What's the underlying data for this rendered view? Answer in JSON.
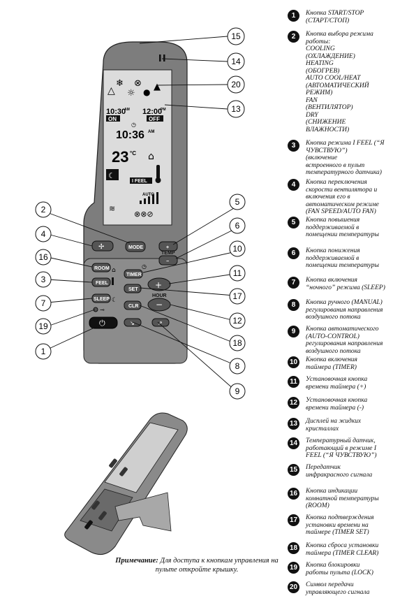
{
  "remote": {
    "lcd": {
      "timer_on_time": "10:30",
      "timer_on_ampm": "AM",
      "timer_off_time": "12:00",
      "timer_off_ampm": "PM",
      "on_label": "ON",
      "off_label": "OFF",
      "clock_time": "10:36",
      "clock_ampm": "AM",
      "temperature": "23",
      "temp_unit": "°C",
      "ifeel_label": "I FEEL",
      "fan_auto_label": "AUTO"
    },
    "buttons": {
      "mode": "MODE",
      "plus": "+",
      "minus": "−",
      "temp": "TEMP",
      "room": "ROOM",
      "ifeel": "FEEL",
      "sleep": "SLEEP",
      "timer": "TIMER",
      "set": "SET",
      "clr": "CLR",
      "hour": "HOUR"
    },
    "callouts": [
      "15",
      "14",
      "20",
      "13",
      "2",
      "5",
      "4",
      "6",
      "16",
      "10",
      "3",
      "11",
      "17",
      "7",
      "12",
      "19",
      "18",
      "1",
      "8",
      "9"
    ]
  },
  "note": {
    "bold": "Примечание:",
    "text": " Для доступа к кнопкам управления на пульте откройте крышку."
  },
  "legend": [
    {
      "num": "1",
      "lines": [
        "Кнопка START/STOP",
        "(СТАРТ/СТОП)"
      ]
    },
    {
      "num": "2",
      "lines": [
        "Кнопка выбора режима",
        "работы:",
        "COOLING",
        "(ОХЛАЖДЕНИЕ)",
        "HEATING",
        "(ОБОГРЕВ)",
        "AUTO COOL/HEAT",
        "(АВТОМАТИЧЕСКИЙ",
        "РЕЖИМ)",
        "FAN",
        "(ВЕНТИЛЯТОР)",
        "DRY",
        "(СНИЖЕНИЕ",
        "ВЛАЖНОСТИ)"
      ]
    },
    {
      "num": "3",
      "lines": [
        "Кнопка режима I FEEL (“Я",
        "ЧУВСТВУЮ”)",
        "(включение",
        "встроенного в пульт",
        "температурного датчика)"
      ]
    },
    {
      "num": "4",
      "lines": [
        "Кнопка переключения",
        "скорости вентилятора и",
        "включения его в",
        "автоматическом режиме",
        "(FAN SPEED/AUTO FAN)"
      ]
    },
    {
      "num": "5",
      "lines": [
        "Кнопка повышения",
        "поддерживаемой в",
        "помещении температуры"
      ]
    },
    {
      "num": "6",
      "lines": [
        "Кнопка понижения",
        "поддерживаемой в",
        "помещении температуры"
      ]
    },
    {
      "num": "7",
      "lines": [
        "Кнопка включения",
        "“ночного” режима (SLEEP)"
      ]
    },
    {
      "num": "8",
      "lines": [
        "Кнопка ручного (MANUAL)",
        "регулирования направления",
        "воздушного потока"
      ]
    },
    {
      "num": "9",
      "lines": [
        "Кнопка автоматического",
        "(AUTO-CONTROL)",
        "регулирования направления",
        "воздушного потока"
      ]
    },
    {
      "num": "10",
      "lines": [
        "Кнопка включения",
        "таймера (TIMER)"
      ]
    },
    {
      "num": "11",
      "lines": [
        "Установочная кнопка",
        "времени таймера (+)"
      ]
    },
    {
      "num": "12",
      "lines": [
        "Установочная кнопка",
        "времени таймера (-)"
      ]
    },
    {
      "num": "13",
      "lines": [
        "Дисплей на жидких",
        "кристаллах"
      ]
    },
    {
      "num": "14",
      "lines": [
        "Температурный датчик,",
        "работающий в режиме I",
        "FEEL (“Я ЧУВСТВУЮ”)"
      ]
    },
    {
      "num": "15",
      "lines": [
        "Передатчик",
        "инфракрасного сигнала"
      ]
    },
    {
      "num": "16",
      "lines": [
        "Кнопка индикации",
        "комнатной температуры",
        "(ROOM)"
      ]
    },
    {
      "num": "17",
      "lines": [
        "Кнопка подтверждения",
        "установки времени на",
        "таймере (TIMER SET)"
      ]
    },
    {
      "num": "18",
      "lines": [
        "Кнопка сброса установки",
        "таймера (TIMER CLEAR)"
      ]
    },
    {
      "num": "19",
      "lines": [
        "Кнопка блокировки",
        "работы пульта (LOCK)"
      ]
    },
    {
      "num": "20",
      "lines": [
        "Символ передачи",
        "управляющего сигнала"
      ]
    }
  ]
}
